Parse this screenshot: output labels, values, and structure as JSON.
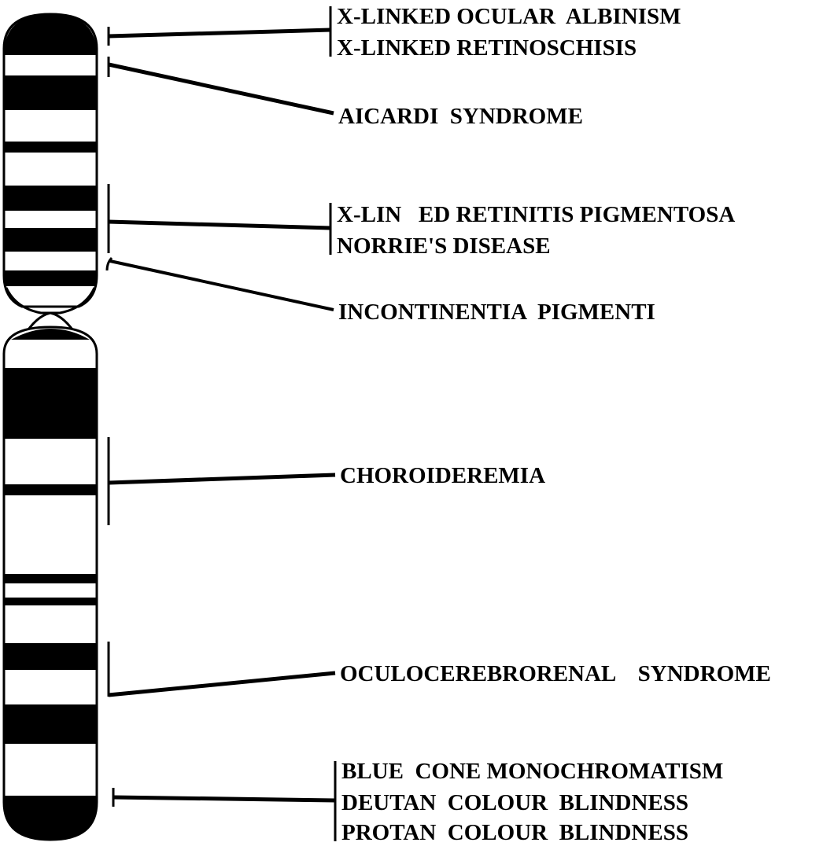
{
  "diagram": {
    "colors": {
      "ink": "#000000",
      "paper": "#ffffff"
    },
    "labels": {
      "ocular_albinism": "X-LINKED OCULAR  ALBINISM",
      "retinoschisis": "X-LINKED RETINOSCHISIS",
      "aicardi": "AICARDI  SYNDROME",
      "retinitis_pigmentosa": "X-LIN   ED RETINITIS PIGMENTOSA",
      "norrie": "NORRIE'S DISEASE",
      "incontinentia": "INCONTINENTIA  PIGMENTI",
      "choroideremia": "CHOROIDEREMIA",
      "oculocerebrorenal": "OCULOCEREBRORENAL    SYNDROME",
      "blue_cone": "BLUE  CONE MONOCHROMATISM",
      "deutan": "DEUTAN  COLOUR  BLINDNESS",
      "protan": "PROTAN  COLOUR  BLINDNESS"
    }
  }
}
